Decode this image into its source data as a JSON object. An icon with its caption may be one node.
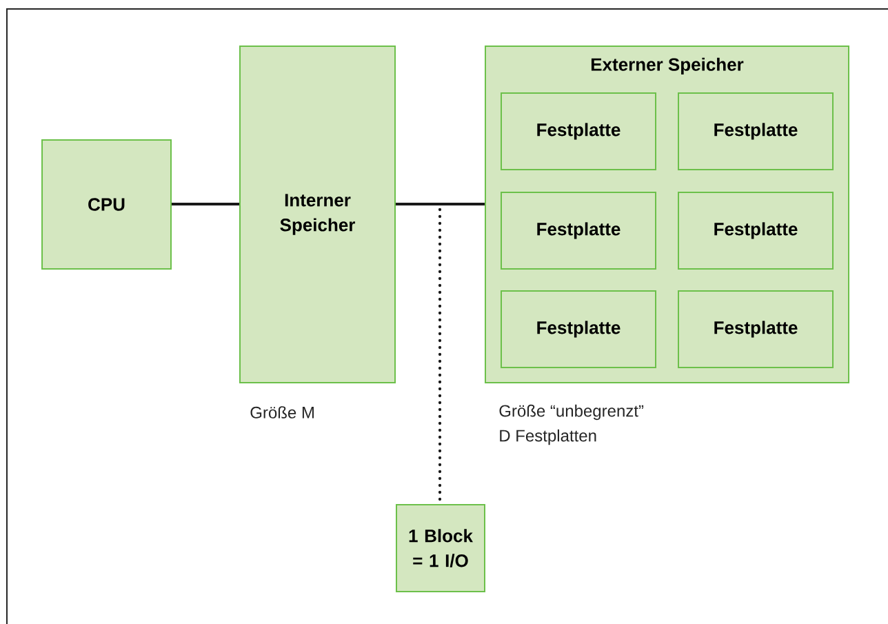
{
  "diagram": {
    "nodes": [
      {
        "text": [
          "CPU"
        ]
      },
      {
        "text": [
          "Interner Speicher"
        ],
        "beside": [
          "Größe M"
        ]
      },
      {
        "text": [
          "Externer Speicher"
        ],
        "beside": [
          "Größe “unbegrenzt”",
          "D Festplatten"
        ]
      },
      {
        "text": [
          "Festplatte"
        ],
        "in": 2
      },
      {
        "text": [
          "Festplatte"
        ],
        "in": 2
      },
      {
        "text": [
          "Festplatte"
        ],
        "in": 2
      },
      {
        "text": [
          "Festplatte"
        ],
        "in": 2
      },
      {
        "text": [
          "Festplatte"
        ],
        "in": 2
      },
      {
        "text": [
          "Festplatte"
        ],
        "in": 2
      },
      {
        "text": [
          "1 Block = 1 I/O"
        ]
      }
    ],
    "edges": [
      {
        "from": 0,
        "to": 1,
        "arrow": "none"
      },
      {
        "from": 1,
        "to": 2,
        "arrow": "none"
      },
      {
        "from": null,
        "to": 9,
        "arrow": "none",
        "style": "dashed"
      }
    ]
  }
}
